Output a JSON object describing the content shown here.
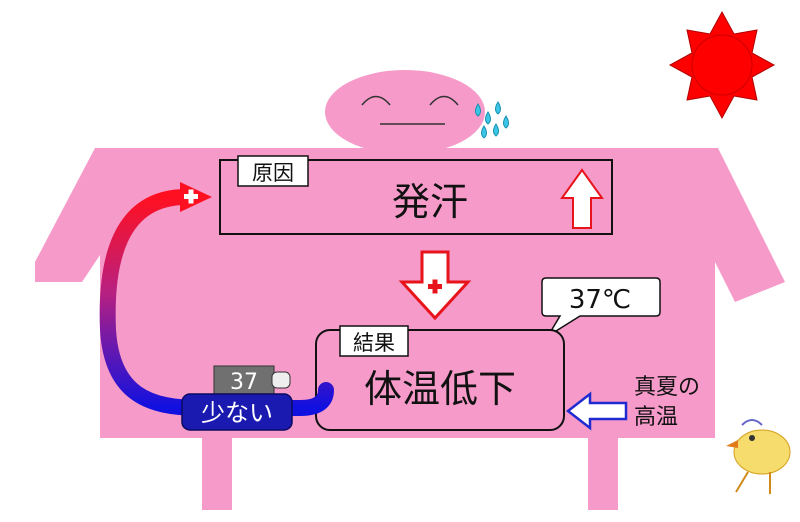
{
  "diagram": {
    "cause": {
      "tag": "原因",
      "text": "発汗"
    },
    "result": {
      "tag": "結果",
      "text": "体温低下"
    },
    "temperature_bubble": "37℃",
    "thermometer_reading": "37",
    "loop_label": "少ない",
    "external_factor": {
      "line1": "真夏の",
      "line2": "高温"
    },
    "colors": {
      "body": "#f59ac9",
      "arrow_red": "#e8141c",
      "loop_blue": "#1111cc",
      "sun": "#ff0000",
      "external_arrow": "#1f2bd1",
      "sweat": "#3cc6e6"
    }
  }
}
